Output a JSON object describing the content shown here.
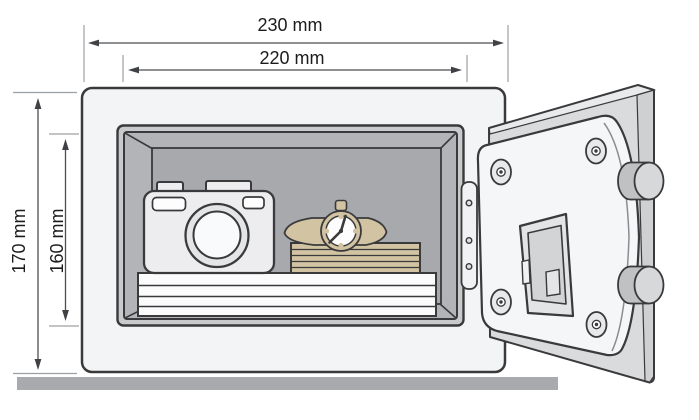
{
  "diagram": {
    "type": "product-dimension-diagram",
    "subject": "open electronic safe shown front-on with door swung open, valuables inside",
    "labels": {
      "outer_width": "230 mm",
      "inner_width": "220 mm",
      "outer_height": "170 mm",
      "inner_height": "160 mm"
    },
    "items_inside": [
      "camera",
      "wristwatch",
      "stack of books",
      "stack of papers"
    ],
    "colors": {
      "outline": "#3a3a3c",
      "safe_body": "#f3f4f5",
      "interior_lip": "#c8cacc",
      "interior_wall": "#b2b4b7",
      "interior_back_wall": "#a7a9ac",
      "door_face": "#f5f6f7",
      "door_panel": "#dadbdd",
      "tan_items": "#d2c4a2",
      "paper": "#fbfbfc",
      "ground": "#a8aaad",
      "dimension_line": "#4c4e52",
      "extension_line": "#9da0a3",
      "dimension_text": "#1b1b1d"
    }
  }
}
